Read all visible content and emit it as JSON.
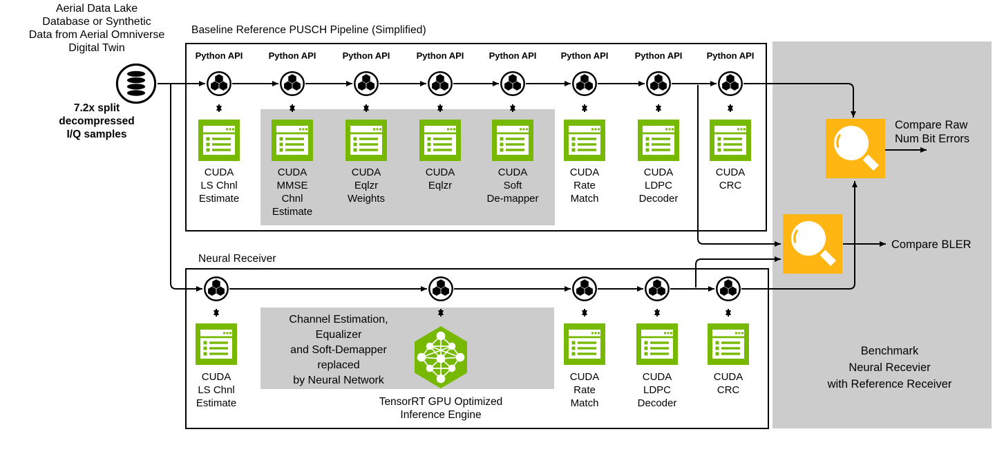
{
  "source": {
    "title": "Aerial Data Lake\nDatabase or Synthetic\nData from Aerial Omniverse\nDigital Twin",
    "caption": "7.2x split\ndecompressed\nI/Q samples",
    "icon": "database-icon"
  },
  "baseline": {
    "title": "Baseline Reference PUSCH Pipeline (Simplified)",
    "api_label": "Python API",
    "stages": [
      {
        "label": "CUDA\nLS Chnl\nEstimate",
        "highlighted": false
      },
      {
        "label": "CUDA\nMMSE\nChnl\nEstimate",
        "highlighted": true
      },
      {
        "label": "CUDA\nEqlzr\nWeights",
        "highlighted": true
      },
      {
        "label": "CUDA\nEqlzr",
        "highlighted": true
      },
      {
        "label": "CUDA\nSoft\nDe-mapper",
        "highlighted": true
      },
      {
        "label": "CUDA\nRate\nMatch",
        "highlighted": false
      },
      {
        "label": "CUDA\nLDPC\nDecoder",
        "highlighted": false
      },
      {
        "label": "CUDA\nCRC",
        "highlighted": false
      }
    ]
  },
  "neural": {
    "title": "Neural Receiver",
    "note": "Channel Estimation,\nEqualizer\nand Soft-Demapper\nreplaced\nby Neural Network",
    "engine_caption": "TensorRT GPU Optimized\nInference Engine",
    "stages": [
      {
        "label": "CUDA\nLS Chnl\nEstimate"
      },
      {
        "label": "CUDA\nRate\nMatch"
      },
      {
        "label": "CUDA\nLDPC\nDecoder"
      },
      {
        "label": "CUDA\nCRC"
      }
    ]
  },
  "comparison": {
    "compare_raw": "Compare Raw\nNum Bit Errors",
    "compare_bler": "Compare BLER",
    "benchmark": "Benchmark\nNeural Recevier\nwith Reference Receiver"
  },
  "icons": {
    "source": "database-icon",
    "pipeline_node": "api-node-icon",
    "kernel": "cuda-kernel-icon",
    "comparator": "magnifier-icon",
    "neural_engine": "neural-network-hexagon-icon"
  },
  "colors": {
    "nvidia_green": "#76B900",
    "amber": "#FFB512",
    "panel_gray": "#CCCCCC",
    "line_black": "#000000"
  }
}
